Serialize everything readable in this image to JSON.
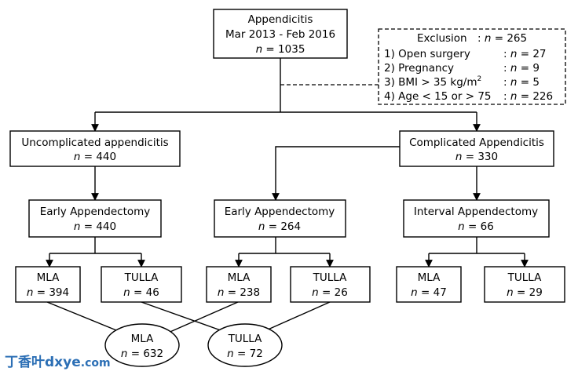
{
  "nodes": {
    "root": {
      "title": "Appendicitis",
      "dates": "Mar 2013 - Feb 2016",
      "n": "1035"
    },
    "exclusion": {
      "title": "Exclusion",
      "n": "265",
      "items": [
        {
          "label": "1) Open surgery",
          "n": "27"
        },
        {
          "label": "2) Pregnancy",
          "n": "9"
        },
        {
          "label": "3) BMI > 35 kg/m",
          "sup": "2",
          "n": "5"
        },
        {
          "label": "4) Age < 15 or > 75",
          "n": "226"
        }
      ]
    },
    "uncomplicated": {
      "title": "Uncomplicated appendicitis",
      "n": "440"
    },
    "complicated": {
      "title": "Complicated Appendicitis",
      "n": "330"
    },
    "early1": {
      "title": "Early Appendectomy",
      "n": "440"
    },
    "early2": {
      "title": "Early Appendectomy",
      "n": "264"
    },
    "interval": {
      "title": "Interval Appendectomy",
      "n": "66"
    },
    "mla1": {
      "title": "MLA",
      "n": "394"
    },
    "tulla1": {
      "title": "TULLA",
      "n": "46"
    },
    "mla2": {
      "title": "MLA",
      "n": "238"
    },
    "tulla2": {
      "title": "TULLA",
      "n": "26"
    },
    "mla3": {
      "title": "MLA",
      "n": "47"
    },
    "tulla3": {
      "title": "TULLA",
      "n": "29"
    },
    "mlaTotal": {
      "title": "MLA",
      "n": "632"
    },
    "tullaTotal": {
      "title": "TULLA",
      "n": "72"
    }
  },
  "n_symbol": "n",
  "equals": " = ",
  "colon": ": ",
  "watermark": {
    "cn": "丁香叶",
    "site": "dxye",
    "dom": ".com"
  },
  "colors": {
    "line": "#000000",
    "watermark": "#2c6fb5"
  }
}
